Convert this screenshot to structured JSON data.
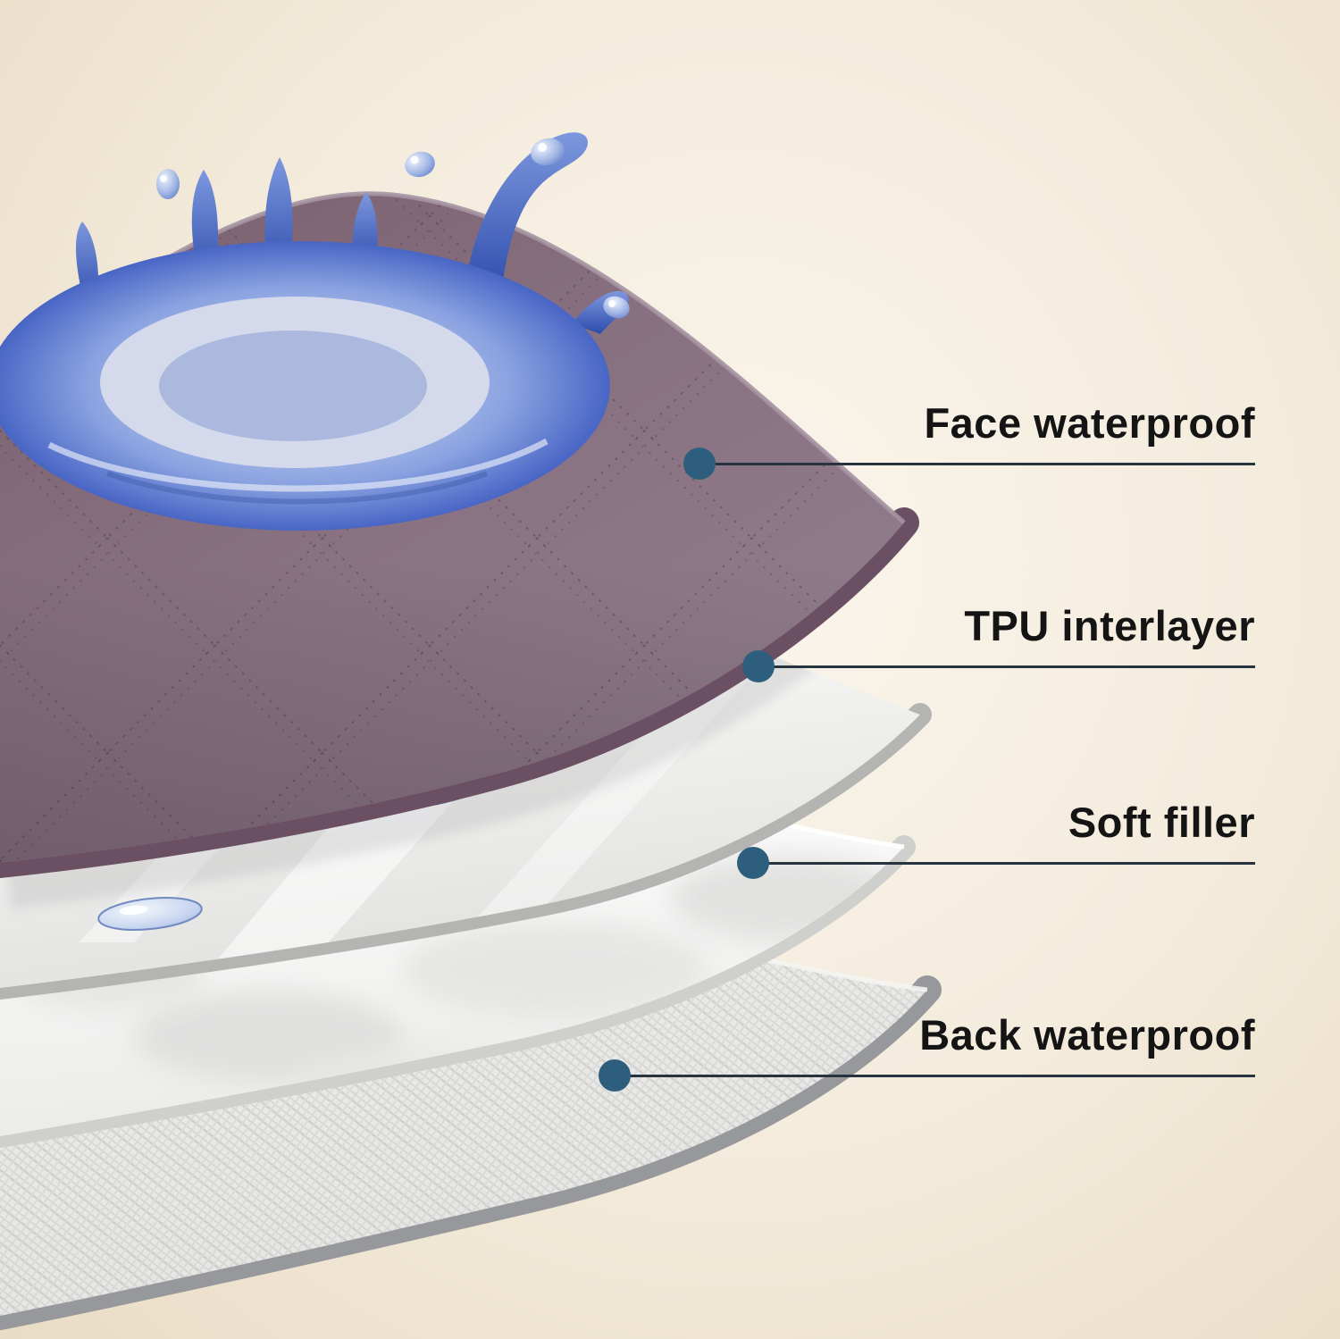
{
  "diagram": {
    "type": "product-layer-cutaway",
    "callouts": [
      {
        "id": "face-waterproof",
        "label": "Face waterproof"
      },
      {
        "id": "tpu-interlayer",
        "label": "TPU interlayer"
      },
      {
        "id": "soft-filler",
        "label": "Soft filler"
      },
      {
        "id": "back-waterproof",
        "label": "Back waterproof"
      }
    ],
    "colors": {
      "background_center": "#faf5ec",
      "background_edge": "#e9dcc5",
      "callout_dot": "#2e5e7e",
      "callout_line": "#27333e",
      "label_text": "#141414",
      "face_layer": "#87707f",
      "face_layer_edge": "#6a5062",
      "tpu_layer": "#efefed",
      "soft_filler_layer": "#fafaf8",
      "back_layer": "#e4e4e2",
      "water_splash": "#3f5cbb"
    }
  }
}
